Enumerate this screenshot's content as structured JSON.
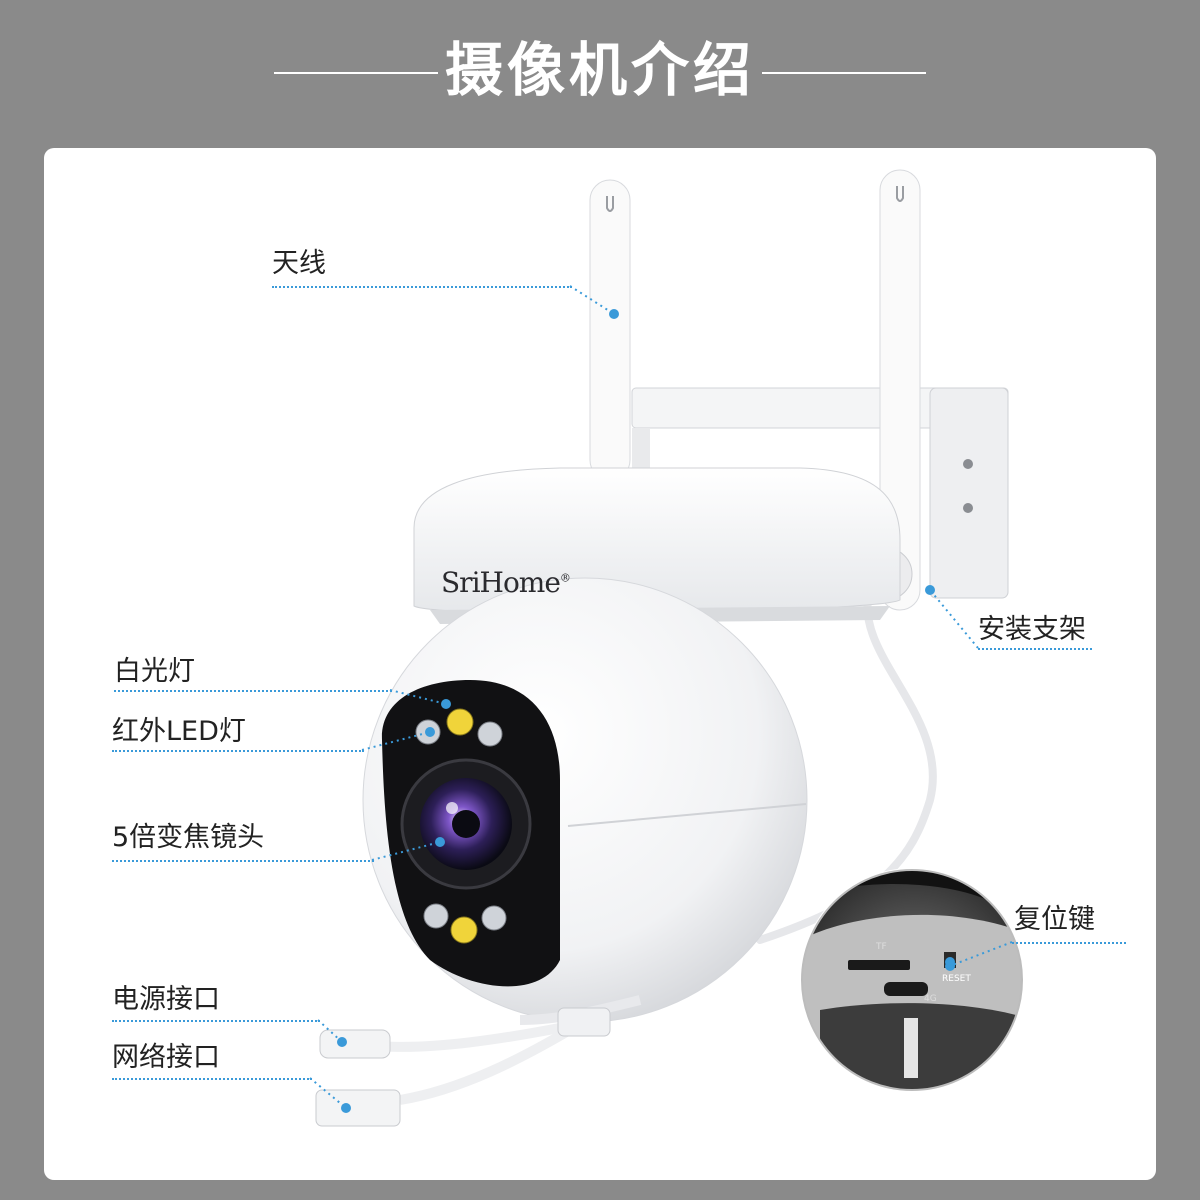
{
  "header": {
    "title": "摄像机介绍"
  },
  "brand": {
    "logo_text": "SriHome",
    "logo_mark": "®"
  },
  "callouts": {
    "antenna": "天线",
    "mount": "安装支架",
    "white_light": "白光灯",
    "ir_led": "红外LED灯",
    "zoom_lens": "5倍变焦镜头",
    "reset": "复位键",
    "power_port": "电源接口",
    "network_port": "网络接口"
  },
  "inset": {
    "reset_print": "RESET",
    "tf_print": "TF",
    "usb_print": "4G"
  },
  "colors": {
    "banner": "#8a8a8a",
    "panel": "#ffffff",
    "leader": "#3a9ad9",
    "text": "#222222"
  }
}
